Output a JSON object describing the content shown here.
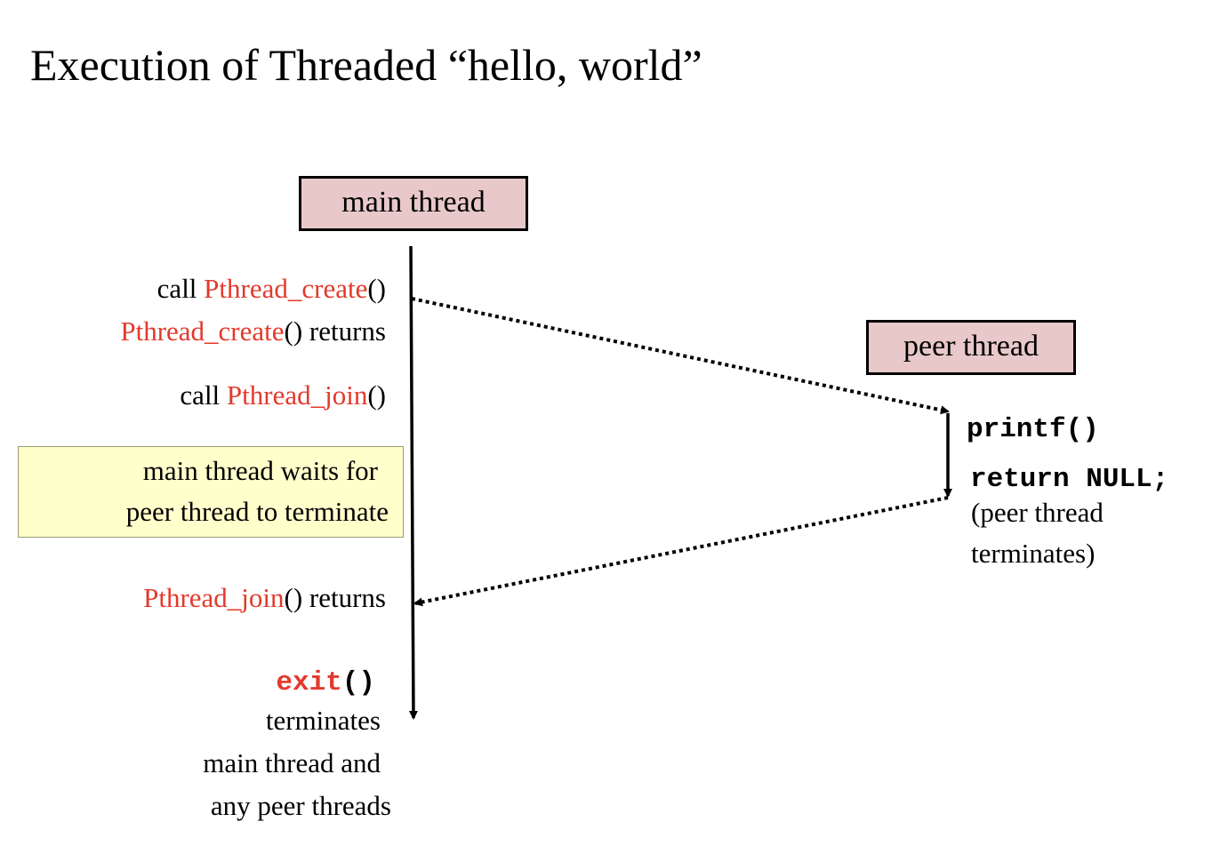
{
  "title": "Execution of Threaded “hello, world”",
  "main_thread": {
    "label": "main thread",
    "events": {
      "call_create": {
        "prefix": "call ",
        "func": "Pthread_create",
        "suffix": "()"
      },
      "create_returns": {
        "func": "Pthread_create",
        "suffix": "() returns"
      },
      "call_join": {
        "prefix": "call ",
        "func": "Pthread_join",
        "suffix": "()"
      },
      "join_returns": {
        "func": "Pthread_join",
        "suffix": "() returns"
      },
      "exit": {
        "func": "exit",
        "suffix": "()",
        "lines": [
          "terminates",
          "main thread and",
          "any peer threads"
        ]
      }
    },
    "wait_note": {
      "line1": "main thread waits for",
      "line2": "peer  thread to terminate"
    }
  },
  "peer_thread": {
    "label": "peer thread",
    "events": {
      "printf": "printf()",
      "return": "return NULL;",
      "note_lines": [
        "(peer thread",
        "terminates)"
      ]
    }
  },
  "colors": {
    "thread_box_fill": "#e8c8c8",
    "note_fill": "#ffffcc",
    "function_red": "#e23a2c"
  }
}
